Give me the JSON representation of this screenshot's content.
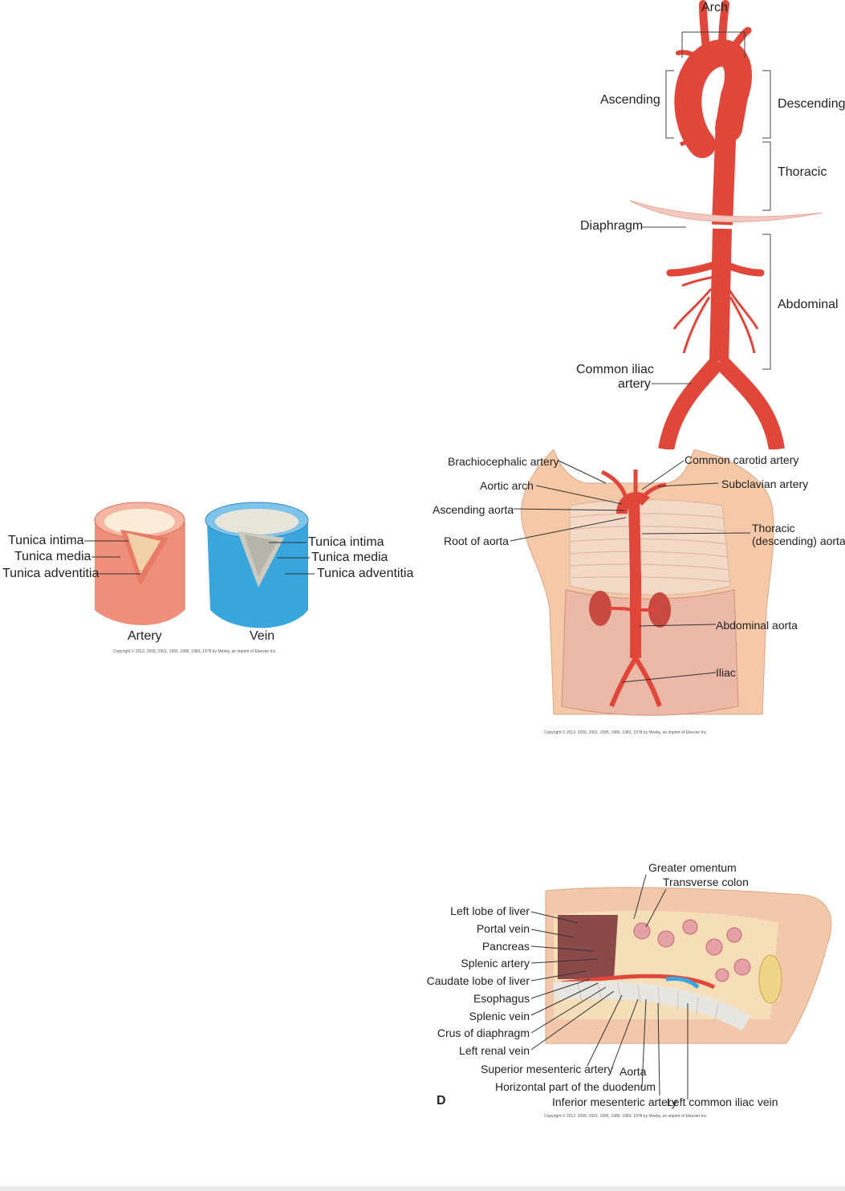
{
  "aorta_segments": {
    "arch": "Arch",
    "ascending": "Ascending",
    "descending": "Descending",
    "thoracic": "Thoracic",
    "diaphragm": "Diaphragm",
    "abdominal": "Abdominal",
    "common_iliac_1": "Common iliac",
    "common_iliac_2": "artery"
  },
  "vessel_layers": {
    "artery": {
      "title": "Artery",
      "layers": [
        "Tunica intima",
        "Tunica media",
        "Tunica adventitia"
      ]
    },
    "vein": {
      "title": "Vein",
      "layers": [
        "Tunica intima",
        "Tunica media",
        "Tunica adventitia"
      ]
    },
    "copyright": "Copyright © 2012, 2006, 2001, 1995, 1989, 1983, 1978 by Mosby, an imprint of Elsevier Inc."
  },
  "aorta_torso": {
    "left_labels": [
      "Brachiocephalic artery",
      "Aortic arch",
      "Ascending aorta",
      "Root of aorta"
    ],
    "right_labels": [
      "Common carotid artery",
      "Subclavian artery",
      "Thoracic",
      "(descending) aorta",
      "Abdominal aorta",
      "Iliac"
    ],
    "copyright": "Copyright © 2012, 2006, 2001, 1995, 1989, 1983, 1978 by Mosby, an imprint of Elsevier Inc."
  },
  "sagittal": {
    "top_labels": [
      "Greater omentum",
      "Transverse colon"
    ],
    "left_labels": [
      "Left lobe of liver",
      "Portal vein",
      "Pancreas",
      "Splenic artery",
      "Caudate lobe of liver",
      "Esophagus",
      "Splenic vein",
      "Crus of diaphragm",
      "Left renal vein"
    ],
    "bottom_labels": [
      "Superior mesenteric artery",
      "Aorta",
      "Horizontal part of the duodenum",
      "Inferior mesenteric artery",
      "Left common iliac vein"
    ],
    "panel_letter": "D",
    "copyright": "Copyright © 2012, 2006, 2001, 1995, 1989, 1983, 1978 by Mosby, an imprint of Elsevier Inc."
  },
  "colors": {
    "artery_red": "#e0463a",
    "artery_pink": "#ee8f7a",
    "vein_blue": "#3aa6de",
    "skin": "#f5c9a8",
    "liver": "#8a4a4a"
  }
}
